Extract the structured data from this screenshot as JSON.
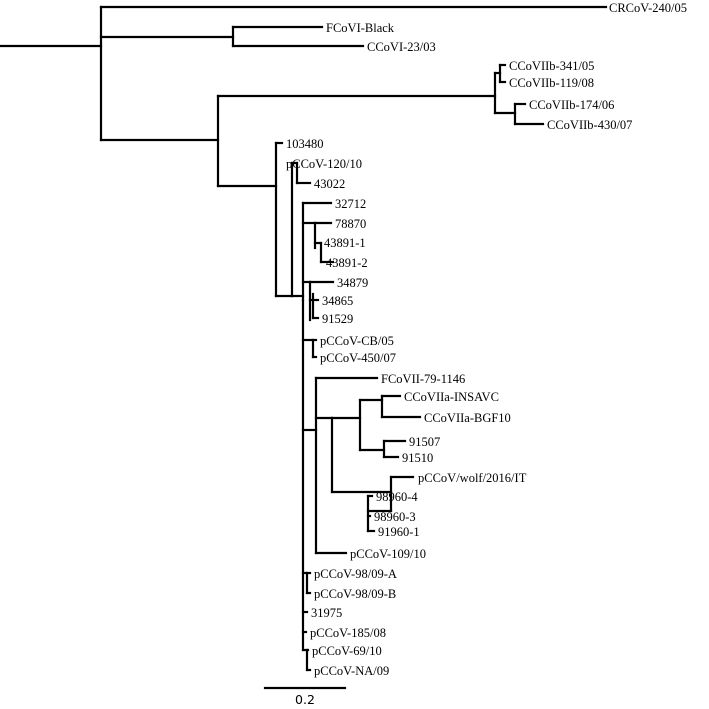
{
  "tree": {
    "tips": [
      "CRCoV-240/05",
      "FCoVI-Black",
      "CCoVI-23/03",
      "CCoVIIb-341/05",
      "CCoVIIb-119/08",
      "CCoVIIb-174/06",
      "CCoVIIb-430/07",
      "103480",
      "pCCoV-120/10",
      "43022",
      "32712",
      "78870",
      "43891-1",
      "43891-2",
      "34879",
      "34865",
      "91529",
      "pCCoV-CB/05",
      "pCCoV-450/07",
      "FCoVII-79-1146",
      "CCoVIIa-INSAVC",
      "CCoVIIa-BGF10",
      "91507",
      "91510",
      "pCCoV/wolf/2016/IT",
      "98960-4",
      "98960-3",
      "91960-1",
      "pCCoV-109/10",
      "pCCoV-98/09-A",
      "pCCoV-98/09-B",
      "31975",
      "pCCoV-185/08",
      "pCCoV-69/10",
      "pCCoV-NA/09"
    ]
  },
  "scale_bar": {
    "label": "0.2",
    "value": 0.2
  }
}
